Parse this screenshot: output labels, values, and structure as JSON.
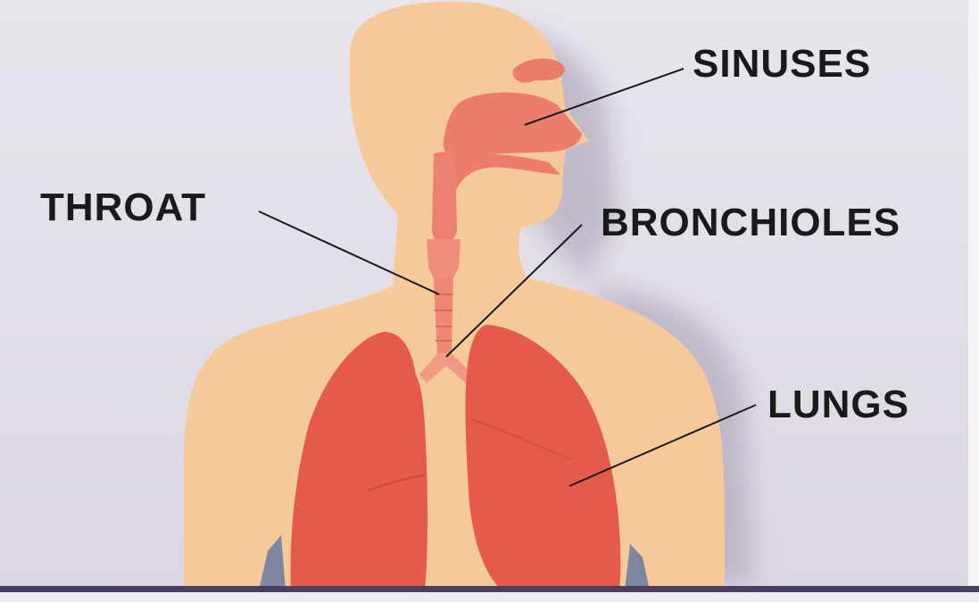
{
  "labels": {
    "sinuses": "SINUSES",
    "throat": "THROAT",
    "bronchioles": "BRONCHIOLES",
    "lungs": "LUNGS"
  },
  "colors": {
    "background": "#e4e1ea",
    "skin": "#f6c99a",
    "organ": "#e45a4c",
    "airway": "#ee8170",
    "shadow": "#bcb6c6",
    "leader_line": "#1a1a1a",
    "baseline": "#4a3f63"
  }
}
